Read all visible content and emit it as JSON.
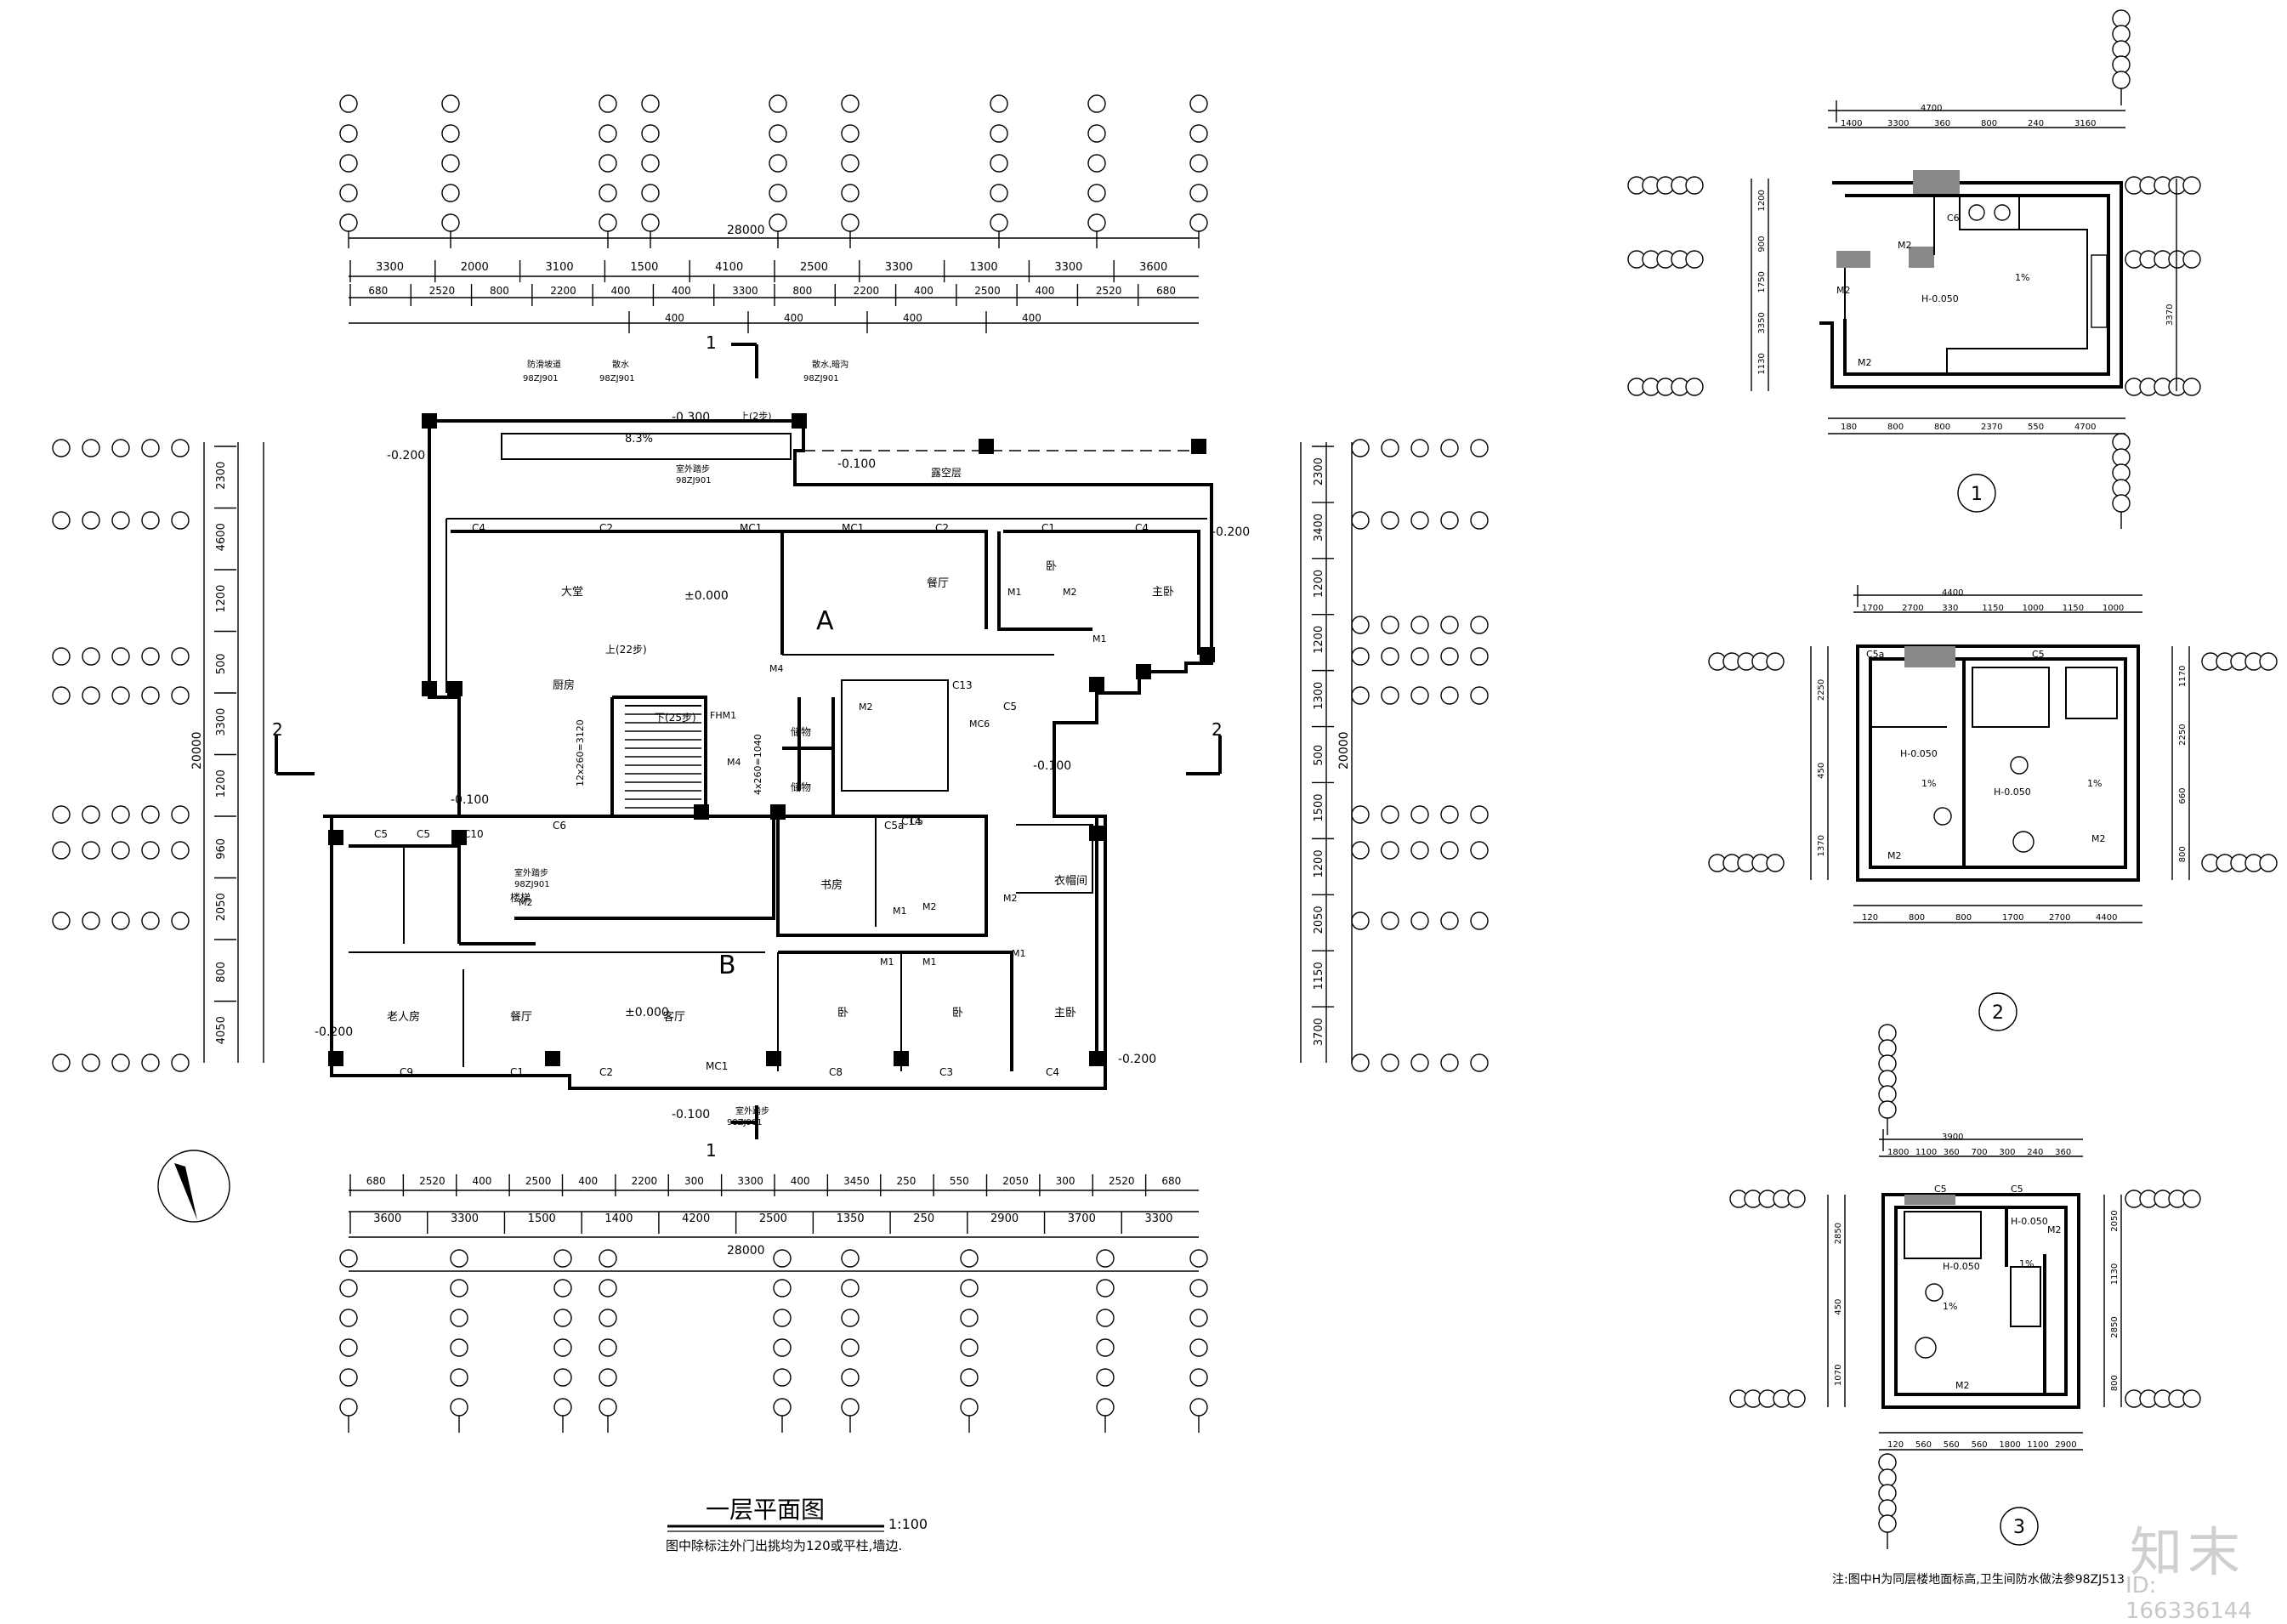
{
  "main_plan": {
    "title": "一层平面图",
    "scale": "1:100",
    "note": "图中除标注外门出挑均为120或平柱,墙边.",
    "rooms": {
      "hall_a": "大堂",
      "dining_a": "餐厅",
      "bedroom_a": "卧",
      "master_a": "主卧",
      "kitchen_a": "厨房",
      "storage_1": "储物",
      "storage_2": "储物",
      "study_b": "书房",
      "elder_b": "老人房",
      "dining_b": "餐厅",
      "living_b": "客厅",
      "bed_b1": "卧",
      "bed_b2": "卧",
      "master_b": "主卧",
      "cloak_b": "衣帽间",
      "terrace": "露空层",
      "stair": "楼梯"
    },
    "unit_labels": [
      "A",
      "B"
    ],
    "elevations": [
      "-0.300",
      "-0.200",
      "±0.000",
      "-0.100",
      "-0.100",
      "-0.200",
      "±0.000",
      "-0.200",
      "-0.100",
      "-0.200",
      "-0.100"
    ],
    "slope": "8.3%",
    "section_marks": [
      "1",
      "1",
      "2",
      "2"
    ],
    "top_dims_row1": [
      "3300",
      "2000",
      "3100",
      "1500",
      "4100",
      "2500",
      "3300",
      "1300",
      "3300",
      "3600"
    ],
    "top_total": "28000",
    "top_dims_row2": [
      "680",
      "2520",
      "800",
      "2200",
      "400",
      "400",
      "3300",
      "800",
      "2200",
      "400",
      "2500",
      "400",
      "2520",
      "680"
    ],
    "top_dims_row3": [
      "400",
      "400",
      "400",
      "400"
    ],
    "bottom_dims_row1": [
      "680",
      "2520",
      "400",
      "2500",
      "400",
      "2200",
      "300",
      "3300",
      "400",
      "3450",
      "250",
      "550",
      "2050",
      "300",
      "2520",
      "680"
    ],
    "bottom_dims_row2": [
      "3600",
      "3300",
      "1500",
      "1400",
      "4200",
      "2500",
      "1350",
      "250",
      "2900",
      "3700",
      "3300"
    ],
    "bottom_total": "28000",
    "left_dims": [
      "2300",
      "4600",
      "1200",
      "500",
      "3300",
      "1200",
      "960",
      "2050",
      "800",
      "4050"
    ],
    "left_total": "20000",
    "right_dims": [
      "2300",
      "3400",
      "1200",
      "1200",
      "1300",
      "500",
      "1500",
      "1200",
      "2050",
      "1150",
      "3700"
    ],
    "right_total": "20000",
    "window_tags": [
      "C4",
      "C2",
      "MC1",
      "MC1",
      "C2",
      "C1",
      "C4",
      "C5",
      "C5",
      "C10",
      "C6",
      "C13",
      "C5",
      "C14",
      "C5a",
      "C5",
      "C9",
      "C1",
      "C2",
      "MC1",
      "C8",
      "C3",
      "C4"
    ],
    "door_tags": [
      "M1",
      "M2",
      "M4",
      "M4",
      "M2",
      "MC6",
      "M1",
      "M1",
      "M2",
      "M2",
      "M1",
      "M1",
      "M1",
      "FHM1",
      "M2"
    ],
    "stair_notes": [
      "上(22步)",
      "下(25步)",
      "上(2步)",
      "12x260=3120",
      "4x260=1040"
    ],
    "ref_callouts": [
      "98ZJ901",
      "98ZJ901",
      "98ZJ901",
      "98ZJ901",
      "98ZJ901",
      "98ZJ901"
    ],
    "ref_labels": [
      "防滑坡道",
      "散水",
      "室外踏步",
      "室外踏步",
      "散水,暗沟",
      "室外踏步"
    ]
  },
  "detail_1": {
    "label": "1",
    "top_dims": [
      "4700",
      "1400",
      "3300",
      "360",
      "800",
      "240",
      "3160"
    ],
    "bottom_dims": [
      "180",
      "800",
      "800",
      "2370",
      "550",
      "4700"
    ],
    "left_dims": [
      "1200",
      "900",
      "1750",
      "3350",
      "1130"
    ],
    "right_dims": [
      "3370"
    ],
    "texts": [
      "C6",
      "M2",
      "M2",
      "M2",
      "1%",
      "H-0.050"
    ]
  },
  "detail_2": {
    "label": "2",
    "top_dims": [
      "4400",
      "1700",
      "2700",
      "330",
      "1150",
      "1000",
      "1150",
      "1000"
    ],
    "bottom_dims": [
      "120",
      "800",
      "800",
      "1700",
      "2700",
      "4400"
    ],
    "left_dims": [
      "2250",
      "450",
      "1370"
    ],
    "right_dims": [
      "1170",
      "2250",
      "660",
      "800"
    ],
    "texts": [
      "C5a",
      "C5",
      "H-0.050",
      "H-0.050",
      "1%",
      "1%",
      "M2",
      "M2"
    ]
  },
  "detail_3": {
    "label": "3",
    "top_dims": [
      "3900",
      "1800",
      "1100",
      "360",
      "700",
      "300",
      "240",
      "360"
    ],
    "bottom_dims": [
      "120",
      "560",
      "560",
      "560",
      "1800",
      "1100",
      "2900"
    ],
    "left_dims": [
      "2850",
      "450",
      "1070"
    ],
    "right_dims": [
      "2050",
      "1130",
      "2850",
      "800"
    ],
    "texts": [
      "C5",
      "C5",
      "H-0.050",
      "H-0.050",
      "1%",
      "1%",
      "M2",
      "M2"
    ]
  },
  "footer_note": "注:图中H为同层楼地面标高,卫生间防水做法参98ZJ513",
  "watermark": {
    "logo": "知末",
    "id": "ID: 166336144"
  },
  "colors": {
    "ink": "#000000",
    "paper": "#ffffff",
    "watermark": "#cccccc"
  }
}
